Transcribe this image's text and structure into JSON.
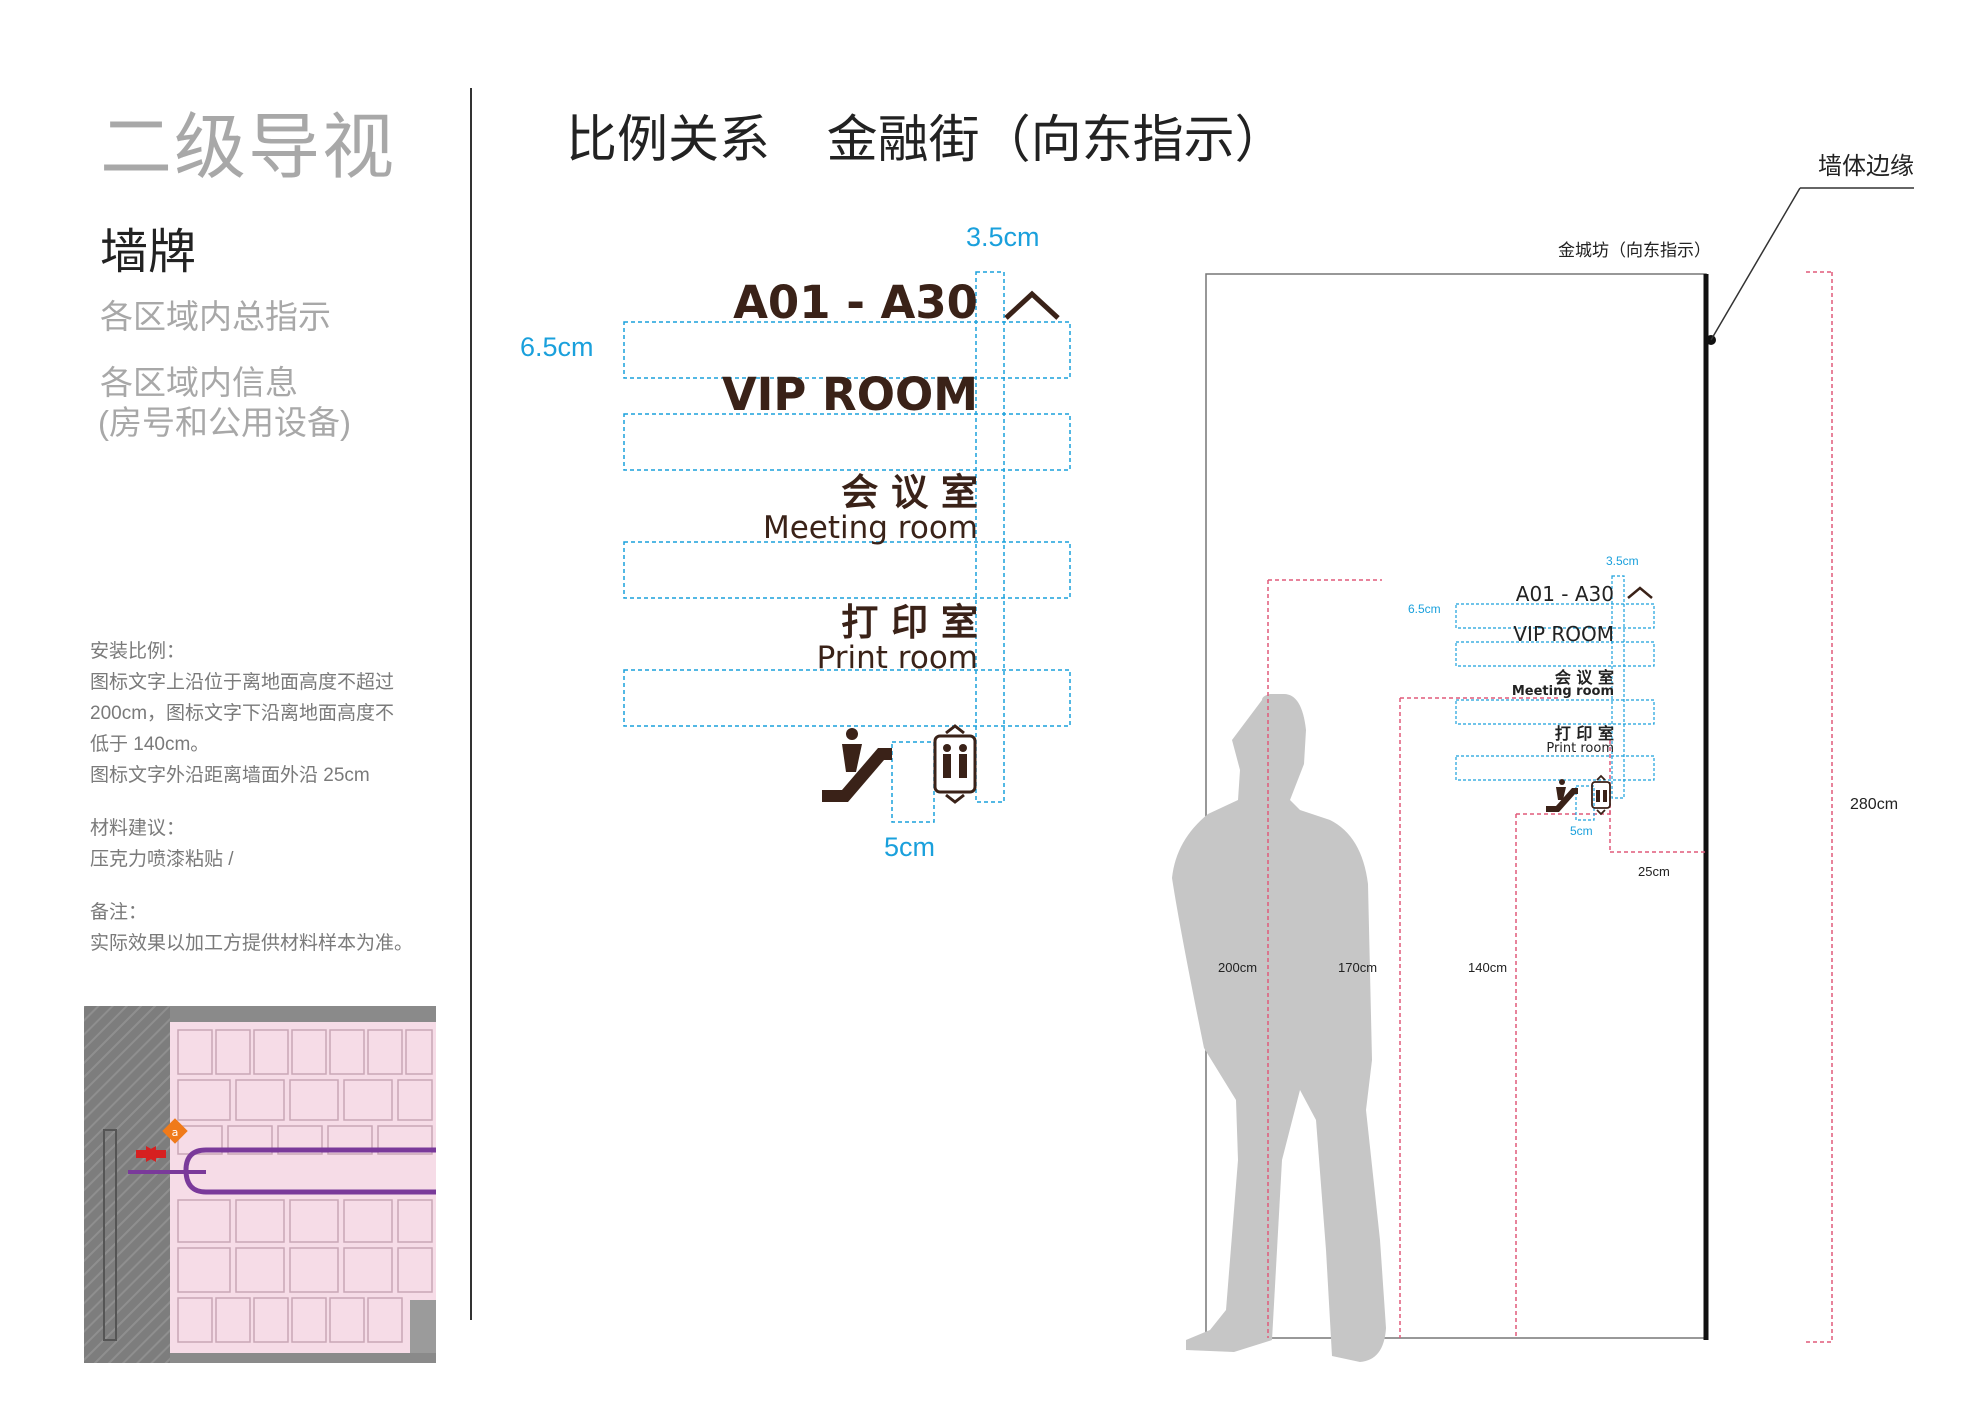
{
  "left": {
    "heading": "二级导视",
    "subheading": "墙牌",
    "items": [
      "各区域内总指示",
      "各区域内信息",
      "(房号和公用设备)"
    ],
    "install_title": "安装比例：",
    "install_lines": [
      "图标文字上沿位于离地面高度不超过",
      "200cm，图标文字下沿离地面高度不",
      "低于 140cm。",
      "图标文字外沿距离墙面外沿 25cm"
    ],
    "material_title": "材料建议：",
    "material_line": "压克力喷漆粘贴 /",
    "remark_title": "备注：",
    "remark_line": "实际效果以加工方提供材料样本为准。"
  },
  "main": {
    "title": "比例关系    金融街（向东指示）",
    "wall_edge_label": "墙体边缘",
    "wall_caption": "金城坊（向东指示）"
  },
  "sign": {
    "line1": "A01 - A30",
    "line2": "VIP ROOM",
    "line3_cn": "会 议 室",
    "line3_en": "Meeting room",
    "line4_cn": "打 印 室",
    "line4_en": "Print room",
    "dim_width": "3.5cm",
    "dim_gap": "6.5cm",
    "dim_icon": "5cm"
  },
  "elevation": {
    "dim_width": "3.5cm",
    "dim_gap": "6.5cm",
    "dim_icon": "5cm",
    "dim_offset": "25cm",
    "h280": "280cm",
    "h200": "200cm",
    "h170": "170cm",
    "h140": "140cm"
  },
  "icons": [
    "escalator-icon",
    "elevator-icon",
    "chevron-up-icon"
  ],
  "colors": {
    "sign_text": "#3a2218",
    "dimension": "#1aa0dc",
    "guide": "#e05a7a",
    "floor_plan": "#f5dbe6",
    "route": "#7a3a9a"
  }
}
